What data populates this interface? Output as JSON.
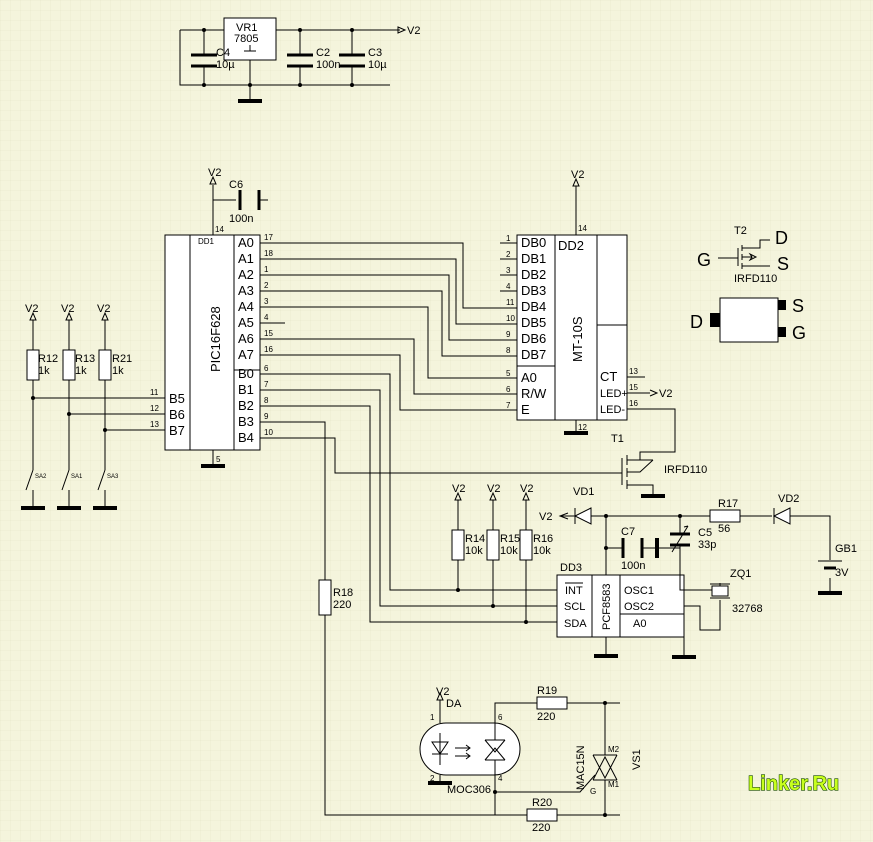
{
  "vr1": {
    "ref": "VR1",
    "part": "7805"
  },
  "c4": {
    "ref": "C4",
    "value": "10µ"
  },
  "c2": {
    "ref": "C2",
    "value": "100n"
  },
  "c3": {
    "ref": "C3",
    "value": "10µ"
  },
  "c6": {
    "ref": "C6",
    "value": "100n"
  },
  "c7": {
    "ref": "C7",
    "value": "100n"
  },
  "c5": {
    "ref": "C5",
    "value": "33p"
  },
  "r12": {
    "ref": "R12",
    "value": "1k"
  },
  "r13": {
    "ref": "R13",
    "value": "1k"
  },
  "r21": {
    "ref": "R21",
    "value": "1k"
  },
  "r14": {
    "ref": "R14",
    "value": "10k"
  },
  "r15": {
    "ref": "R15",
    "value": "10k"
  },
  "r16": {
    "ref": "R16",
    "value": "10k"
  },
  "r17": {
    "ref": "R17",
    "value": "56"
  },
  "r18": {
    "ref": "R18",
    "value": "220"
  },
  "r19": {
    "ref": "R19",
    "value": "220"
  },
  "r20": {
    "ref": "R20",
    "value": "220"
  },
  "v2": "V2",
  "dd1": {
    "ref": "DD1",
    "part": "PIC16F628",
    "left_pins": [
      {
        "num": "11",
        "name": "B5"
      },
      {
        "num": "12",
        "name": "B6"
      },
      {
        "num": "13",
        "name": "B7"
      }
    ],
    "right_pins": [
      {
        "num": "17",
        "name": "A0"
      },
      {
        "num": "18",
        "name": "A1"
      },
      {
        "num": "1",
        "name": "A2"
      },
      {
        "num": "2",
        "name": "A3"
      },
      {
        "num": "3",
        "name": "A4"
      },
      {
        "num": "4",
        "name": "A5"
      },
      {
        "num": "15",
        "name": "A6"
      },
      {
        "num": "16",
        "name": "A7"
      },
      {
        "num": "6",
        "name": "B0"
      },
      {
        "num": "7",
        "name": "B1"
      },
      {
        "num": "8",
        "name": "B2"
      },
      {
        "num": "9",
        "name": "B3"
      },
      {
        "num": "10",
        "name": "B4"
      }
    ],
    "vdd_pin": "14",
    "gnd_pin": "5"
  },
  "dd2": {
    "ref": "DD2",
    "part": "MT-10S",
    "left_pins": [
      {
        "num": "1",
        "name": "DB0"
      },
      {
        "num": "2",
        "name": "DB1"
      },
      {
        "num": "3",
        "name": "DB2"
      },
      {
        "num": "4",
        "name": "DB3"
      },
      {
        "num": "11",
        "name": "DB4"
      },
      {
        "num": "10",
        "name": "DB5"
      },
      {
        "num": "9",
        "name": "DB6"
      },
      {
        "num": "8",
        "name": "DB7"
      },
      {
        "num": "5",
        "name": "A0"
      },
      {
        "num": "6",
        "name": "R/W"
      },
      {
        "num": "7",
        "name": "E"
      }
    ],
    "right_pins": [
      {
        "num": "13",
        "name": "CT"
      },
      {
        "num": "15",
        "name": "LED+"
      },
      {
        "num": "16",
        "name": "LED-"
      }
    ],
    "vdd_pin": "14",
    "gnd_pin": "12"
  },
  "dd3": {
    "ref": "DD3",
    "part": "PCF8583",
    "left_pins": [
      {
        "name": "INT"
      },
      {
        "name": "SCL"
      },
      {
        "name": "SDA"
      }
    ],
    "right_pins": [
      {
        "name": "OSC1"
      },
      {
        "name": "OSC2"
      },
      {
        "name": "A0"
      }
    ]
  },
  "switches": [
    "SA2",
    "SA1",
    "SA3"
  ],
  "t1": {
    "ref": "T1",
    "part": "IRFD110"
  },
  "t2": {
    "ref": "T2",
    "part": "IRFD110",
    "d": "D",
    "g": "G",
    "s": "S"
  },
  "vd1": {
    "ref": "VD1"
  },
  "vd2": {
    "ref": "VD2"
  },
  "gb1": {
    "ref": "GB1",
    "value": "3V"
  },
  "zq1": {
    "ref": "ZQ1",
    "value": "32768"
  },
  "da": {
    "ref": "DA",
    "part": "MOC306",
    "pins": [
      "1",
      "2",
      "6",
      "4"
    ]
  },
  "vs1": {
    "ref": "VS1",
    "part": "MAC15N",
    "m1": "M1",
    "m2": "M2",
    "g": "G"
  },
  "logo": "Linker.Ru"
}
